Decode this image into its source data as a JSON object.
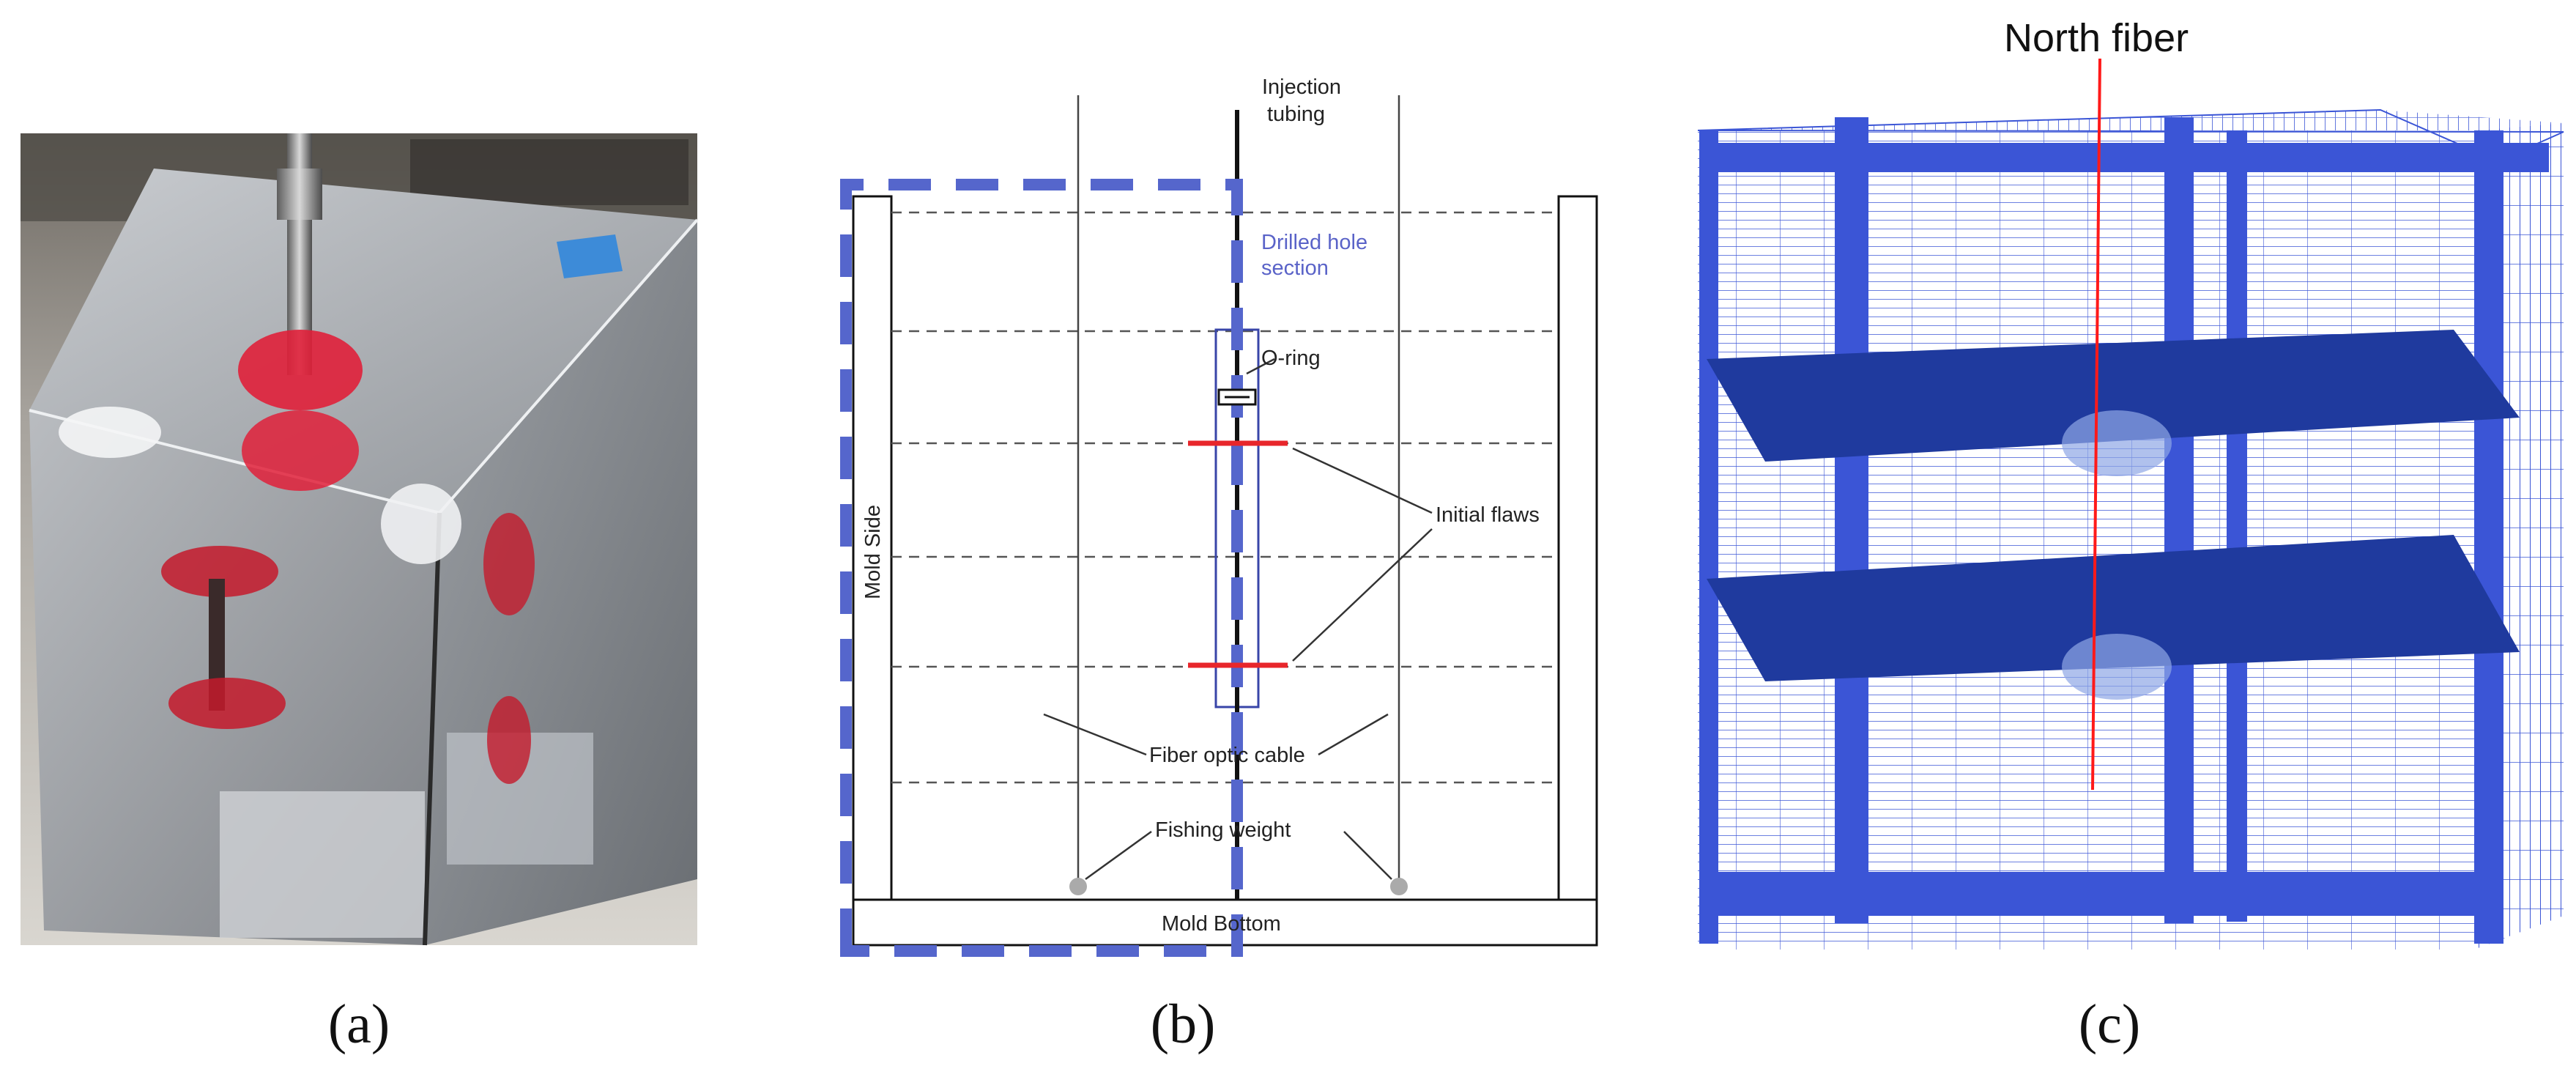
{
  "panels": {
    "a": {
      "caption": "(a)"
    },
    "b": {
      "caption": "(b)",
      "labels": {
        "injection_tubing_line1": "Injection",
        "injection_tubing_line2": "tubing",
        "drilled_hole_line1": "Drilled hole",
        "drilled_hole_line2": "section",
        "o_ring": "O-ring",
        "initial_flaws": "Initial flaws",
        "mold_side": "Mold Side",
        "fiber_optic_cable": "Fiber optic cable",
        "fishing_weight": "Fishing weight",
        "mold_bottom": "Mold Bottom"
      },
      "colors": {
        "dashed_outline": "#5566cc",
        "flaw": "#e8262b",
        "drilled_text": "#5a63c8"
      }
    },
    "c": {
      "caption": "(c)",
      "labels": {
        "north_fiber": "North fiber"
      },
      "colors": {
        "mesh": "#3b55d6",
        "fracture_plane": "#1f3a9e",
        "fiber": "#ff1a1a"
      }
    }
  }
}
